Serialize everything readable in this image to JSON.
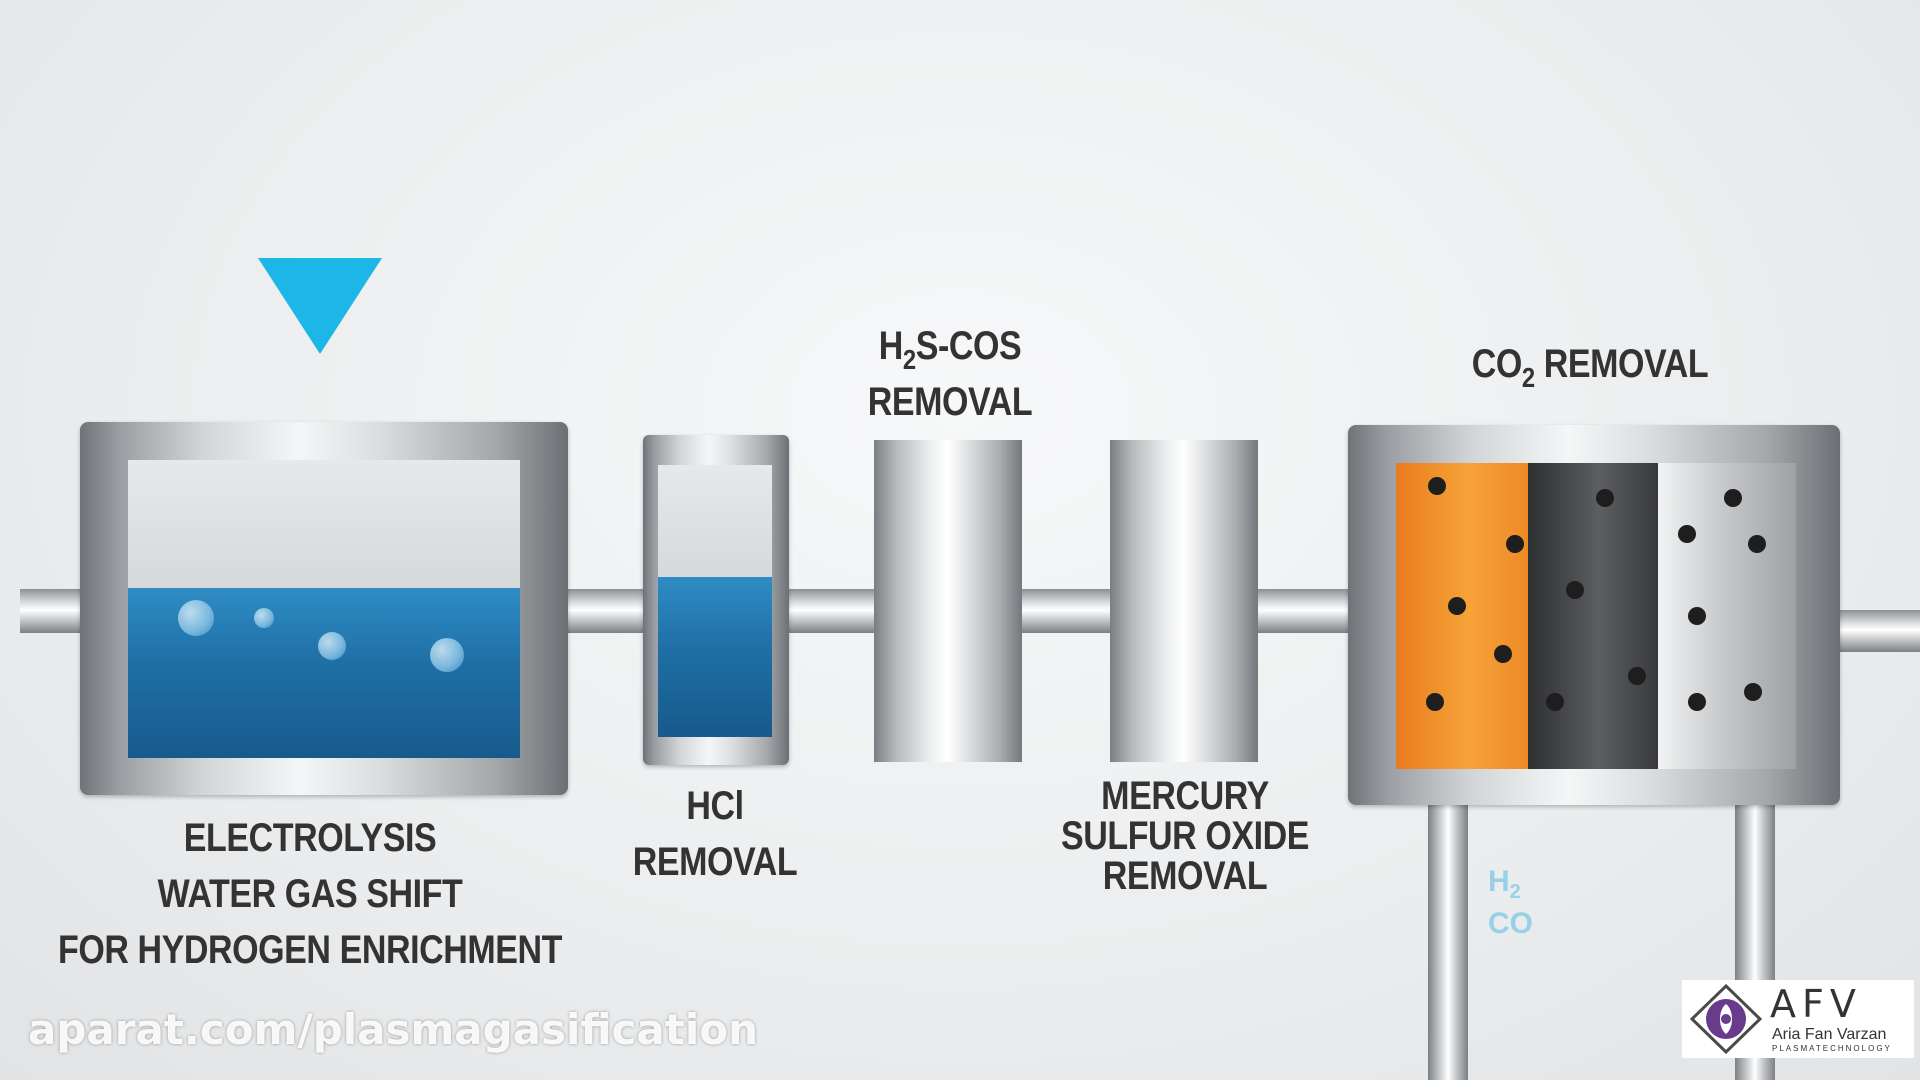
{
  "stages": {
    "electrolysis": {
      "line1": "ELECTROLYSIS",
      "line2": "WATER GAS SHIFT",
      "line3": "FOR HYDROGEN ENRICHMENT"
    },
    "hcl": {
      "line1": "HCl",
      "line2": "REMOVAL"
    },
    "h2s": {
      "prefix": "H",
      "sub": "2",
      "rest": "S-COS",
      "line2": "REMOVAL"
    },
    "mercury": {
      "line1": "MERCURY",
      "line2": "SULFUR OXIDE",
      "line3": "REMOVAL"
    },
    "co2": {
      "prefix": "CO",
      "sub": "2",
      "rest": " REMOVAL"
    }
  },
  "outlet_gas": {
    "line1": "H",
    "sub": "2",
    "line2": "CO"
  },
  "watermark": "aparat.com/plasmagasification",
  "logo": {
    "mark": "AFV",
    "name": "Aria Fan Varzan",
    "tagline": "PLASMATECHNOLOGY"
  },
  "colors": {
    "indicator": "#1cb7e6",
    "water": "#1f6fa6",
    "bed_orange": "#f08a2a",
    "bed_dark": "#3d3e40",
    "bed_light": "#c9cbcd"
  }
}
